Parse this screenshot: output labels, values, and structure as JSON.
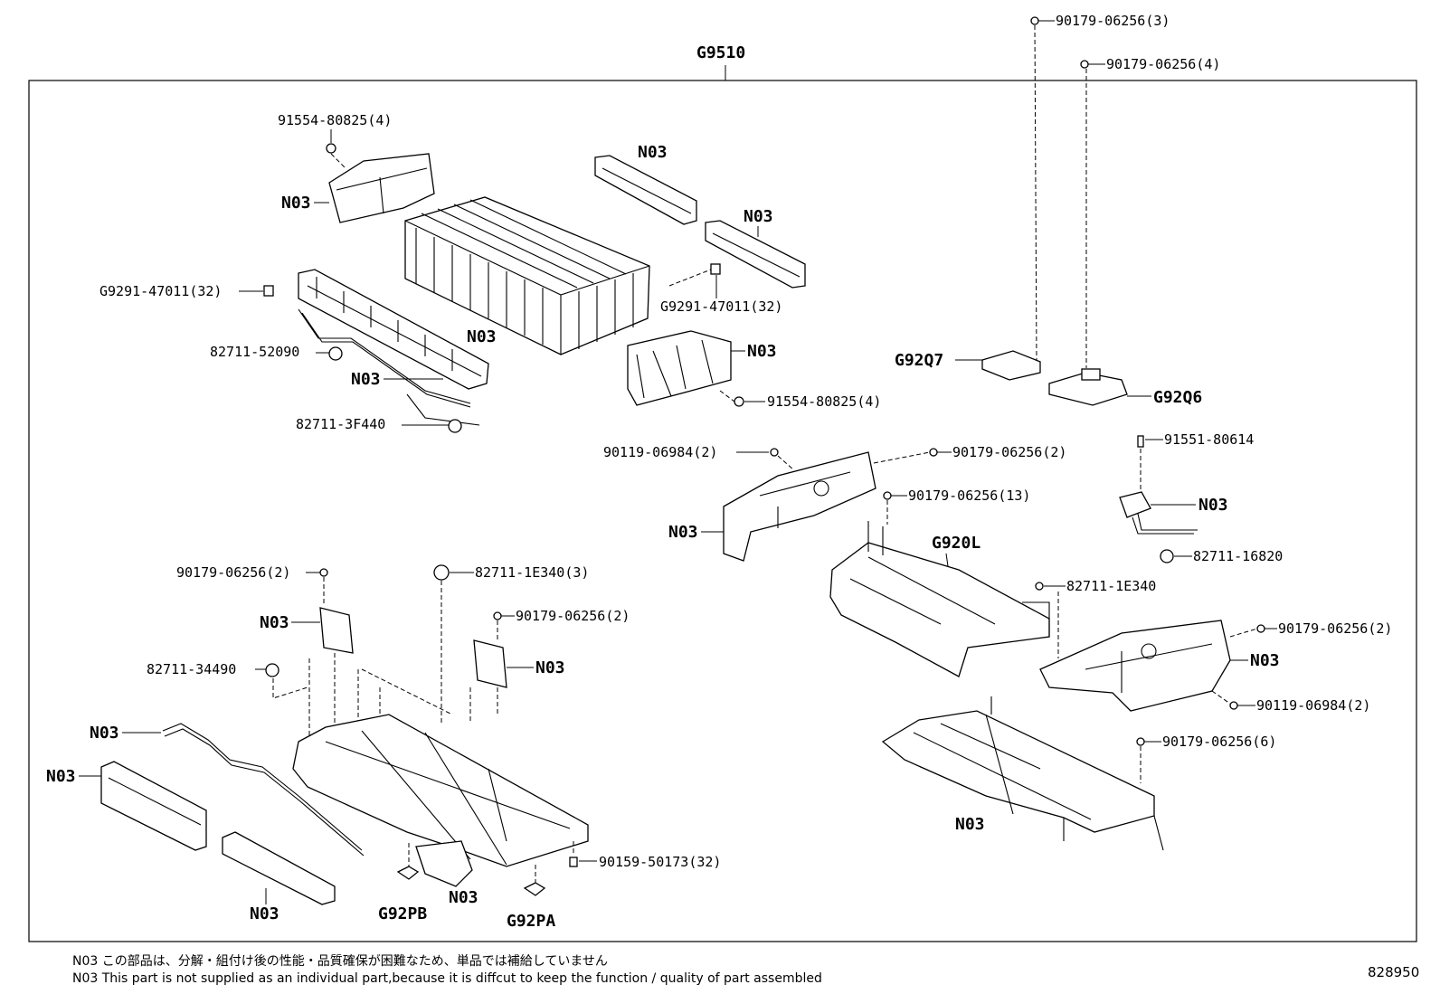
{
  "assembly_code": "G9510",
  "labels": {
    "top_nut_3": "90179-06256(3)",
    "top_nut_4": "90179-06256(4)",
    "bolt_91554_a": "91554-80825(4)",
    "n03": "N03",
    "g9291_left": "G9291-47011(32)",
    "g9291_right": "G9291-47011(32)",
    "clamp_52090": "82711-52090",
    "clamp_3f440": "82711-3F440",
    "bolt_91554_b": "91554-80825(4)",
    "g92q7": "G92Q7",
    "g92q6": "G92Q6",
    "bolt_90119_a": "90119-06984(2)",
    "nut_90179_2a": "90179-06256(2)",
    "nut_90179_13": "90179-06256(13)",
    "bolt_91551": "91551-80614",
    "g920l": "G920L",
    "clamp_16820": "82711-16820",
    "clamp_1e340": "82711-1E340",
    "nut_90179_2b": "90179-06256(2)",
    "clamp_1e340_3": "82711-1E340(3)",
    "nut_90179_2c": "90179-06256(2)",
    "nut_90179_2d": "90179-06256(2)",
    "clamp_34490": "82711-34490",
    "bolt_90119_b": "90119-06984(2)",
    "nut_90179_6": "90179-06256(6)",
    "bolt_90159": "90159-50173(32)",
    "g92pb": "G92PB",
    "g92pa": "G92PA"
  },
  "footer": {
    "note_ja": "N03 この部品は、分解・組付け後の性能・品質確保が困難なため、単品では補給していません",
    "note_en": "N03 This part is not supplied as an  individual part,because it is diffcut to keep the function / quality of part assembled",
    "drawing_number": "828950"
  }
}
